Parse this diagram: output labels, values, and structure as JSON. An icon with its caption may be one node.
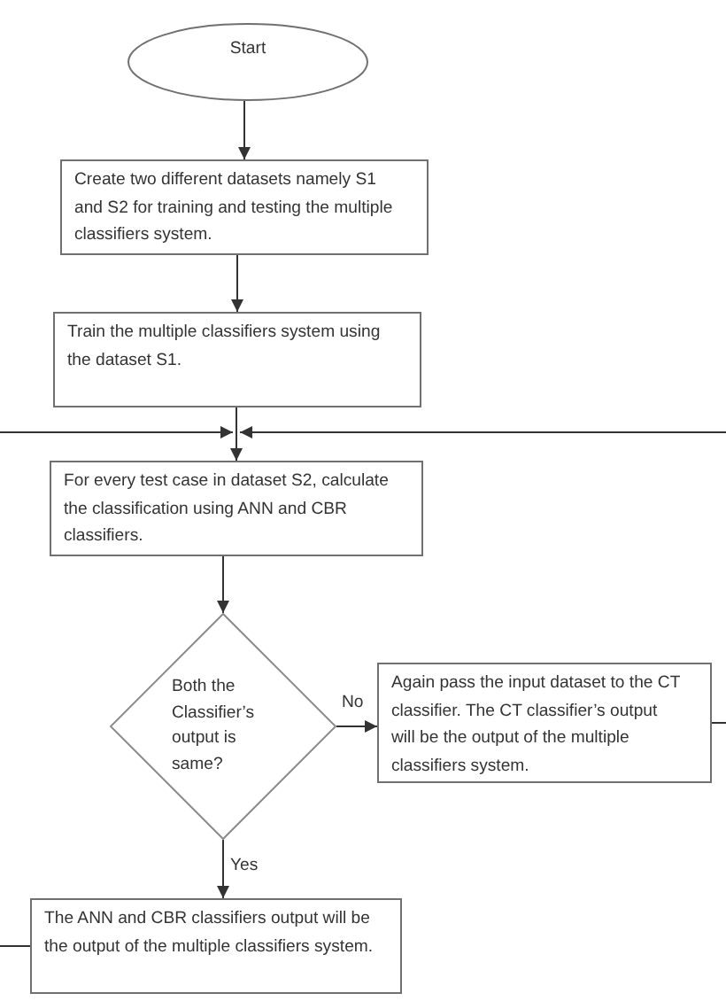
{
  "diagram": {
    "nodes": [
      {
        "text": [
          "Start"
        ]
      },
      {
        "text": [
          "Create two different datasets namely S1 and S2 for training and testing the multiple classifiers system."
        ]
      },
      {
        "text": [
          "Train the multiple classifiers system using the dataset S1."
        ]
      },
      {
        "text": [
          "For every test case in dataset S2, calculate the classification using ANN and CBR classifiers."
        ]
      },
      {
        "text": [
          "Both the Classifier’s output is same?"
        ]
      },
      {
        "text": [
          "Again pass the input dataset to the CT classifier. The CT classifier’s output will be the output of the multiple classifiers system."
        ]
      },
      {
        "text": [
          "The ANN and CBR classifiers output will be the output of the multiple classifiers system."
        ]
      }
    ],
    "edges": [
      {
        "from": 0,
        "to": 1,
        "arrow": "to"
      },
      {
        "from": 1,
        "to": 2,
        "arrow": "to"
      },
      {
        "from": 2,
        "to": 3,
        "arrow": "to"
      },
      {
        "from": 3,
        "to": 4,
        "arrow": "to"
      },
      {
        "from": 4,
        "to": 5,
        "arrow": "to",
        "label": "No"
      },
      {
        "from": 4,
        "to": 6,
        "arrow": "to",
        "label": "Yes"
      },
      {
        "from": 5,
        "to": 3,
        "arrow": "to"
      },
      {
        "from": 6,
        "to": 3,
        "arrow": "to"
      }
    ]
  }
}
